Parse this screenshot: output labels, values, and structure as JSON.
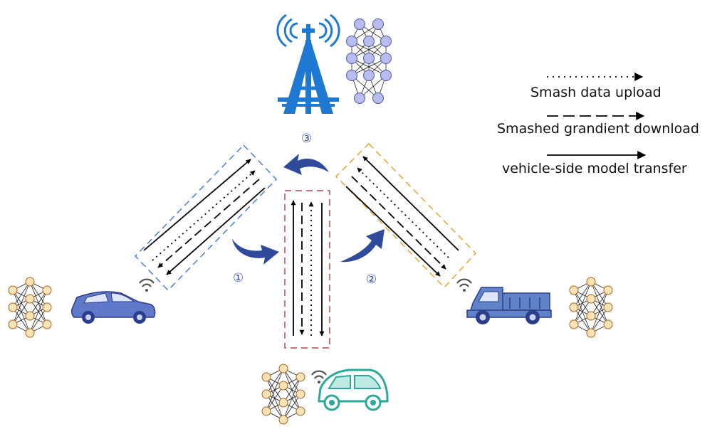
{
  "legend": {
    "upload": "Smash data upload",
    "download": "Smashed  grandient download",
    "transfer": "vehicle-side model transfer"
  },
  "steps": {
    "step1": "①",
    "step2": "②",
    "step3": "③"
  },
  "colors": {
    "tower_blue": "#1f78d1",
    "neuron_server": "#b8bdf0",
    "neuron_vehicle": "#fde3b5",
    "group_left": "#4a7fd8",
    "group_center": "#b3474a",
    "group_right": "#eda232",
    "step_arrow": "#2f4a9a",
    "sedan": "#5f78c8",
    "truck": "#5f82c8",
    "small_car": "#2aa89a"
  },
  "icons": [
    "cell-tower-icon",
    "neural-network-icon",
    "sedan-icon",
    "pickup-truck-icon",
    "compact-car-icon",
    "wifi-icon"
  ]
}
